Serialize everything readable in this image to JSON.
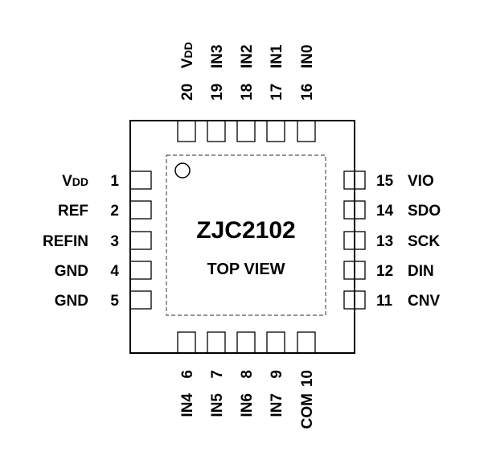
{
  "part_number": "ZJC2102",
  "view_label": "TOP VIEW",
  "pins": {
    "left": [
      {
        "num": "1",
        "name": "V",
        "sub": "DD"
      },
      {
        "num": "2",
        "name": "REF"
      },
      {
        "num": "3",
        "name": "REFIN"
      },
      {
        "num": "4",
        "name": "GND"
      },
      {
        "num": "5",
        "name": "GND"
      }
    ],
    "bottom": [
      {
        "num": "6",
        "name": "IN4"
      },
      {
        "num": "7",
        "name": "IN5"
      },
      {
        "num": "8",
        "name": "IN6"
      },
      {
        "num": "9",
        "name": "IN7"
      },
      {
        "num": "10",
        "name": "COM"
      }
    ],
    "right": [
      {
        "num": "11",
        "name": "CNV"
      },
      {
        "num": "12",
        "name": "DIN"
      },
      {
        "num": "13",
        "name": "SCK"
      },
      {
        "num": "14",
        "name": "SDO"
      },
      {
        "num": "15",
        "name": "VIO"
      }
    ],
    "top": [
      {
        "num": "16",
        "name": "IN0"
      },
      {
        "num": "17",
        "name": "IN1"
      },
      {
        "num": "18",
        "name": "IN2"
      },
      {
        "num": "19",
        "name": "IN3"
      },
      {
        "num": "20",
        "name": "V",
        "sub": "DD"
      }
    ]
  }
}
